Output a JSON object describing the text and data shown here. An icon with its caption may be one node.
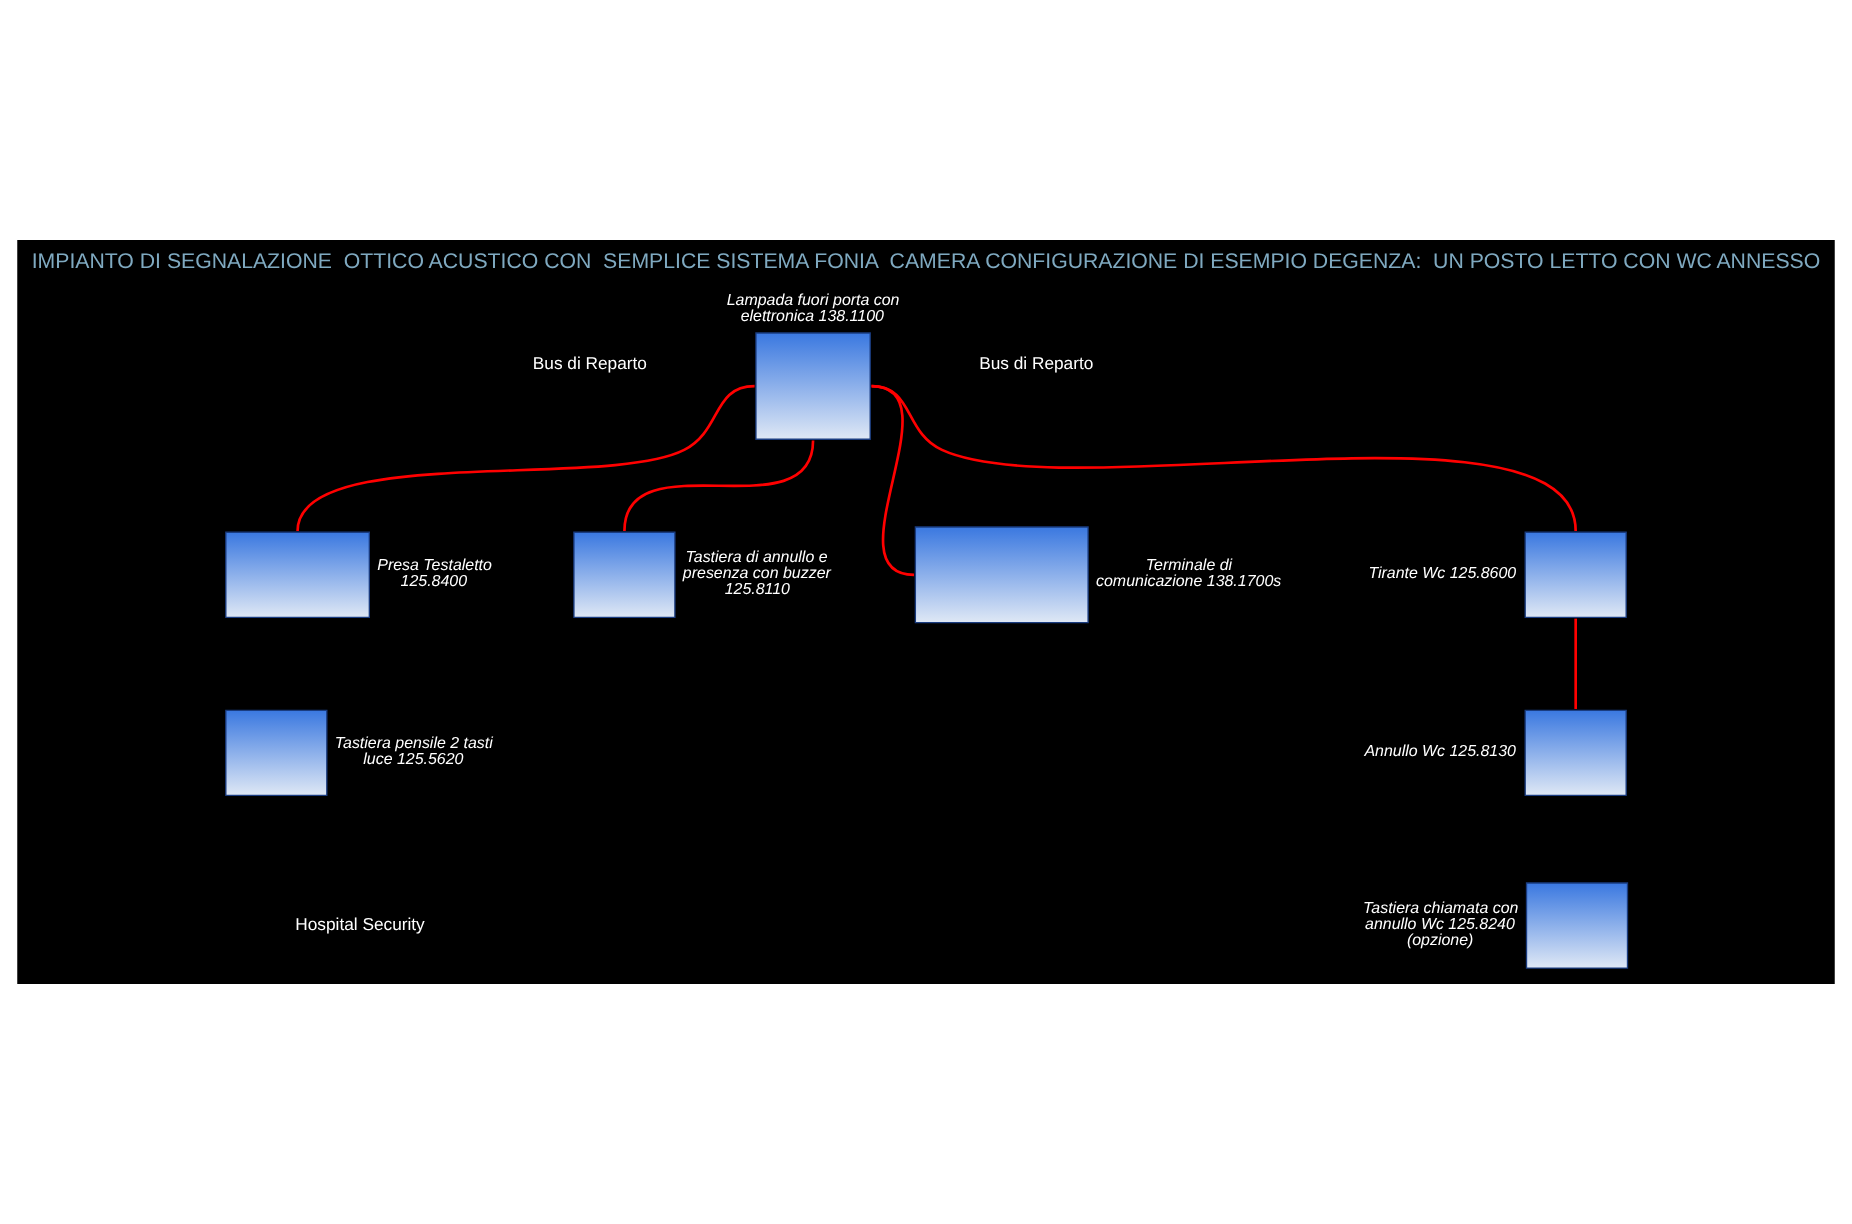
{
  "diagram": {
    "title": "IMPIANTO DI SEGNALAZIONE  OTTICO ACUSTICO CON  SEMPLICE SISTEMA FONIA  CAMERA CONFIGURAZIONE DI ESEMPIO DEGENZA:  UN POSTO LETTO CON WC ANNESSO",
    "nodes": [
      {
        "text": [],
        "shape": "picture",
        "beside": [
          "Lampada fuori porta con elettronica 138.1100"
        ]
      },
      {
        "text": [],
        "shape": "picture",
        "beside": [
          "Presa Testaletto 125.8400"
        ]
      },
      {
        "text": [],
        "shape": "picture",
        "beside": [
          "Tastiera pensile 2 tasti luce 125.5620"
        ]
      },
      {
        "text": [],
        "shape": "picture",
        "beside": [
          "Tastiera di annullo e presenza con buzzer 125.8110"
        ]
      },
      {
        "text": [],
        "shape": "picture",
        "beside": [
          "Terminale di comunicazione 138.1700s"
        ]
      },
      {
        "text": [],
        "shape": "picture",
        "beside": [
          "Tirante Wc 125.8600"
        ]
      },
      {
        "text": [],
        "shape": "picture",
        "beside": [
          "Annullo Wc 125.8130"
        ]
      },
      {
        "text": [],
        "shape": "picture",
        "beside": [
          "Tastiera chiamata con annullo Wc 125.8240 (opzione)"
        ]
      }
    ],
    "edges": [
      {
        "from": 0,
        "to": 1,
        "arrow": "none"
      },
      {
        "from": 0,
        "to": 3,
        "arrow": "none"
      },
      {
        "from": 0,
        "to": 4,
        "arrow": "none"
      },
      {
        "from": 0,
        "to": 5,
        "arrow": "none"
      },
      {
        "from": 5,
        "to": 6,
        "arrow": "none"
      }
    ],
    "labels": [
      "Bus di Reparto",
      "Bus di Reparto",
      "Hospital Security"
    ]
  }
}
